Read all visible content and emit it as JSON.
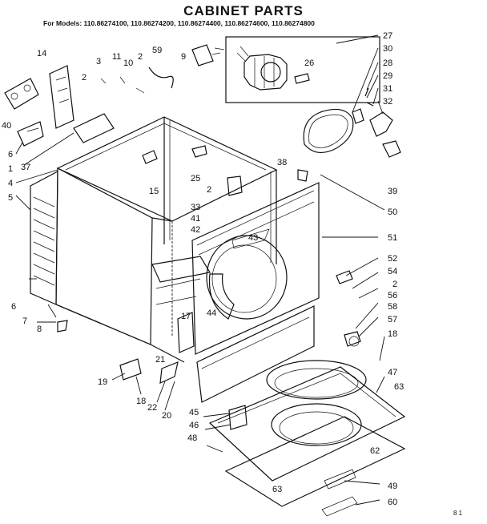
{
  "title": "CABINET PARTS",
  "models_line": "For Models: 110.86274100, 110.86274200, 110.86274400, 110.86274600, 110.86274800",
  "code": "8 1",
  "labels": [
    {
      "id": "p14",
      "text": "14"
    },
    {
      "id": "p3",
      "text": "3"
    },
    {
      "id": "p11",
      "text": "11"
    },
    {
      "id": "p2a",
      "text": "2"
    },
    {
      "id": "p59",
      "text": "59"
    },
    {
      "id": "p9",
      "text": "9"
    },
    {
      "id": "p27",
      "text": "27"
    },
    {
      "id": "p30",
      "text": "30"
    },
    {
      "id": "p28",
      "text": "28"
    },
    {
      "id": "p29",
      "text": "29"
    },
    {
      "id": "p31",
      "text": "31"
    },
    {
      "id": "p32",
      "text": "32"
    },
    {
      "id": "p26",
      "text": "26"
    },
    {
      "id": "p2b",
      "text": "2"
    },
    {
      "id": "p10",
      "text": "10"
    },
    {
      "id": "p40",
      "text": "40"
    },
    {
      "id": "p6a",
      "text": "6"
    },
    {
      "id": "p1",
      "text": "1"
    },
    {
      "id": "p37",
      "text": "37"
    },
    {
      "id": "p4",
      "text": "4"
    },
    {
      "id": "p5",
      "text": "5"
    },
    {
      "id": "p25",
      "text": "25"
    },
    {
      "id": "p15",
      "text": "15"
    },
    {
      "id": "p2c",
      "text": "2"
    },
    {
      "id": "p38",
      "text": "38"
    },
    {
      "id": "p39",
      "text": "39"
    },
    {
      "id": "p33",
      "text": "33"
    },
    {
      "id": "p41",
      "text": "41"
    },
    {
      "id": "p42",
      "text": "42"
    },
    {
      "id": "p50",
      "text": "50"
    },
    {
      "id": "p43",
      "text": "43"
    },
    {
      "id": "p51",
      "text": "51"
    },
    {
      "id": "p52",
      "text": "52"
    },
    {
      "id": "p54",
      "text": "54"
    },
    {
      "id": "p2d",
      "text": "2"
    },
    {
      "id": "p56",
      "text": "56"
    },
    {
      "id": "p58",
      "text": "58"
    },
    {
      "id": "p57",
      "text": "57"
    },
    {
      "id": "p18a",
      "text": "18"
    },
    {
      "id": "p6b",
      "text": "6"
    },
    {
      "id": "p44",
      "text": "44"
    },
    {
      "id": "p7",
      "text": "7"
    },
    {
      "id": "p8",
      "text": "8"
    },
    {
      "id": "p17",
      "text": "17"
    },
    {
      "id": "p21",
      "text": "21"
    },
    {
      "id": "p19",
      "text": "19"
    },
    {
      "id": "p18b",
      "text": "18"
    },
    {
      "id": "p22",
      "text": "22"
    },
    {
      "id": "p20",
      "text": "20"
    },
    {
      "id": "p47",
      "text": "47"
    },
    {
      "id": "p63a",
      "text": "63"
    },
    {
      "id": "p45",
      "text": "45"
    },
    {
      "id": "p46",
      "text": "46"
    },
    {
      "id": "p48",
      "text": "48"
    },
    {
      "id": "p62",
      "text": "62"
    },
    {
      "id": "p63b",
      "text": "63"
    },
    {
      "id": "p49",
      "text": "49"
    },
    {
      "id": "p60",
      "text": "60"
    }
  ]
}
